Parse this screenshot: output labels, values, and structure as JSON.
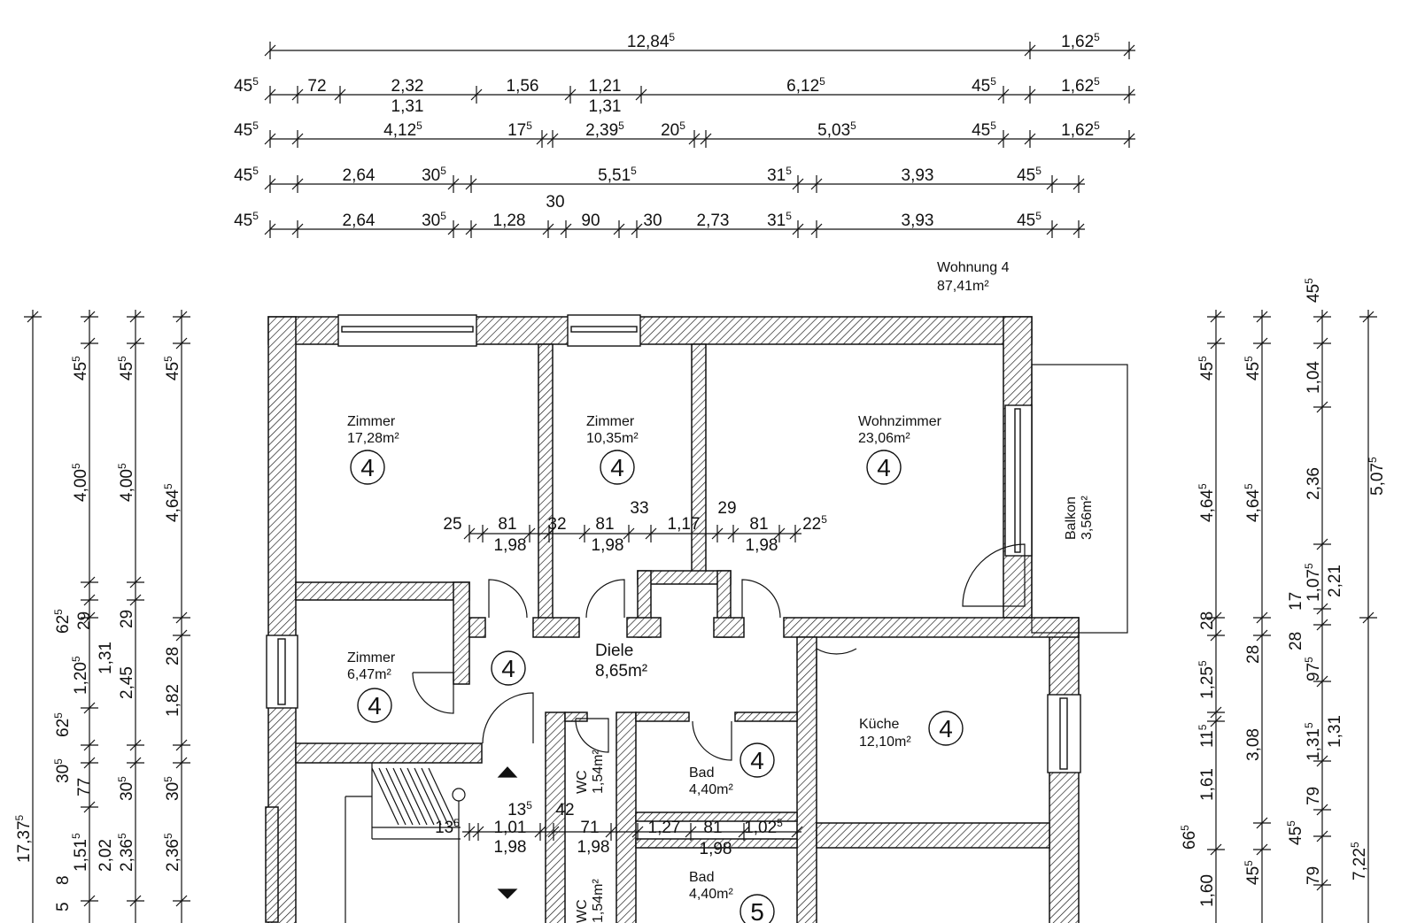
{
  "unit": {
    "name": "Wohnung 4",
    "area": "87,41m²"
  },
  "rooms": {
    "zimmer1": {
      "name": "Zimmer",
      "area": "17,28m²",
      "tag": "4"
    },
    "zimmer2": {
      "name": "Zimmer",
      "area": "10,35m²",
      "tag": "4"
    },
    "wohnzimmer": {
      "name": "Wohnzimmer",
      "area": "23,06m²",
      "tag": "4"
    },
    "balkon": {
      "name": "Balkon",
      "area": "3,56m²"
    },
    "zimmer3": {
      "name": "Zimmer",
      "area": "6,47m²",
      "tag": "4"
    },
    "diele": {
      "name": "Diele",
      "area": "8,65m²",
      "tag": "4"
    },
    "kueche": {
      "name": "Küche",
      "area": "12,10m²",
      "tag": "4"
    },
    "wc1": {
      "name": "WC",
      "area": "1,54m²"
    },
    "bad1": {
      "name": "Bad",
      "area": "4,40m²",
      "tag": "4"
    },
    "wc2": {
      "name": "WC",
      "area": "1,54m²"
    },
    "bad2": {
      "name": "Bad",
      "area": "4,40m²",
      "tag": "5"
    }
  },
  "dims_top": {
    "r1": [
      {
        "m": "12,84",
        "s": "5"
      },
      {
        "m": "1,62",
        "s": "5"
      }
    ],
    "r2": [
      {
        "m": "45",
        "s": "5"
      },
      {
        "m": "72",
        "s": ""
      },
      {
        "m": "2,32",
        "s": ""
      },
      {
        "m": "1,31",
        "s": ""
      },
      {
        "m": "1,56",
        "s": ""
      },
      {
        "m": "1,21",
        "s": ""
      },
      {
        "m": "1,31",
        "s": ""
      },
      {
        "m": "6,12",
        "s": "5"
      },
      {
        "m": "45",
        "s": "5"
      },
      {
        "m": "1,62",
        "s": "5"
      }
    ],
    "r3": [
      {
        "m": "45",
        "s": "5"
      },
      {
        "m": "4,12",
        "s": "5"
      },
      {
        "m": "17",
        "s": "5"
      },
      {
        "m": "2,39",
        "s": "5"
      },
      {
        "m": "20",
        "s": "5"
      },
      {
        "m": "5,03",
        "s": "5"
      },
      {
        "m": "45",
        "s": "5"
      },
      {
        "m": "1,62",
        "s": "5"
      }
    ],
    "r4": [
      {
        "m": "45",
        "s": "5"
      },
      {
        "m": "2,64",
        "s": ""
      },
      {
        "m": "30",
        "s": "5"
      },
      {
        "m": "5,51",
        "s": "5"
      },
      {
        "m": "31",
        "s": "5"
      },
      {
        "m": "3,93",
        "s": ""
      },
      {
        "m": "45",
        "s": "5"
      }
    ],
    "r5": [
      {
        "m": "45",
        "s": "5"
      },
      {
        "m": "2,64",
        "s": ""
      },
      {
        "m": "30",
        "s": "5"
      },
      {
        "m": "1,28",
        "s": ""
      },
      {
        "m": "30",
        "s": ""
      },
      {
        "m": "90",
        "s": ""
      },
      {
        "m": "30",
        "s": ""
      },
      {
        "m": "2,73",
        "s": ""
      },
      {
        "m": "31",
        "s": "5"
      },
      {
        "m": "3,93",
        "s": ""
      },
      {
        "m": "45",
        "s": "5"
      }
    ]
  },
  "dims_inner": {
    "upper": [
      {
        "m": "25",
        "s": ""
      },
      {
        "m": "81",
        "s": ""
      },
      {
        "m": "1,98",
        "s": ""
      },
      {
        "m": "32",
        "s": ""
      },
      {
        "m": "81",
        "s": ""
      },
      {
        "m": "1,98",
        "s": ""
      },
      {
        "m": "33",
        "s": ""
      },
      {
        "m": "1,17",
        "s": ""
      },
      {
        "m": "29",
        "s": ""
      },
      {
        "m": "81",
        "s": ""
      },
      {
        "m": "1,98",
        "s": ""
      },
      {
        "m": "22",
        "s": "5"
      }
    ],
    "lower": [
      {
        "m": "13",
        "s": "5"
      },
      {
        "m": "13",
        "s": "5"
      },
      {
        "m": "1,01",
        "s": ""
      },
      {
        "m": "1,98",
        "s": ""
      },
      {
        "m": "42",
        "s": ""
      },
      {
        "m": "71",
        "s": ""
      },
      {
        "m": "1,98",
        "s": ""
      },
      {
        "m": "1,27",
        "s": ""
      },
      {
        "m": "81",
        "s": ""
      },
      {
        "m": "1,02",
        "s": "5"
      },
      {
        "m": "1,98",
        "s": ""
      }
    ]
  },
  "dims_left": {
    "c1": [
      {
        "m": "17,37",
        "s": "5"
      }
    ],
    "c2": [
      {
        "m": "45",
        "s": "5"
      },
      {
        "m": "4,00",
        "s": "5"
      },
      {
        "m": "62",
        "s": "5"
      },
      {
        "m": "1,20",
        "s": "5"
      },
      {
        "m": "62",
        "s": "5"
      },
      {
        "m": "30",
        "s": "5"
      },
      {
        "m": "1,51",
        "s": "5"
      },
      {
        "m": "8",
        "s": ""
      },
      {
        "m": "5",
        "s": ""
      }
    ],
    "c3": [
      {
        "m": "29",
        "s": ""
      },
      {
        "m": "1,31",
        "s": ""
      },
      {
        "m": "77",
        "s": ""
      },
      {
        "m": "2,02",
        "s": ""
      }
    ],
    "c4": [
      {
        "m": "45",
        "s": "5"
      },
      {
        "m": "4,00",
        "s": "5"
      },
      {
        "m": "29",
        "s": ""
      },
      {
        "m": "2,45",
        "s": ""
      },
      {
        "m": "30",
        "s": "5"
      },
      {
        "m": "2,36",
        "s": "5"
      }
    ],
    "c5": [
      {
        "m": "45",
        "s": "5"
      },
      {
        "m": "4,64",
        "s": "5"
      },
      {
        "m": "28",
        "s": ""
      },
      {
        "m": "1,82",
        "s": ""
      },
      {
        "m": "30",
        "s": "5"
      },
      {
        "m": "2,36",
        "s": "5"
      }
    ]
  },
  "dims_right": {
    "c1": [
      {
        "m": "45",
        "s": "5"
      },
      {
        "m": "4,64",
        "s": "5"
      },
      {
        "m": "28",
        "s": ""
      },
      {
        "m": "1,25",
        "s": "5"
      },
      {
        "m": "1,61",
        "s": ""
      },
      {
        "m": "11",
        "s": "5"
      },
      {
        "m": "66",
        "s": "5"
      },
      {
        "m": "1,60",
        "s": ""
      }
    ],
    "c2": [
      {
        "m": "45",
        "s": "5"
      },
      {
        "m": "4,64",
        "s": "5"
      },
      {
        "m": "28",
        "s": ""
      },
      {
        "m": "3,08",
        "s": ""
      },
      {
        "m": "45",
        "s": "5"
      }
    ],
    "c3": [
      {
        "m": "45",
        "s": "5"
      },
      {
        "m": "1,04",
        "s": ""
      },
      {
        "m": "2,36",
        "s": ""
      },
      {
        "m": "17",
        "s": ""
      },
      {
        "m": "1,07",
        "s": "5"
      },
      {
        "m": "28",
        "s": ""
      },
      {
        "m": "97",
        "s": "5"
      },
      {
        "m": "1,31",
        "s": "5"
      },
      {
        "m": "79",
        "s": ""
      },
      {
        "m": "45",
        "s": "5"
      },
      {
        "m": "79",
        "s": ""
      }
    ],
    "c4": [
      {
        "m": "2,21",
        "s": ""
      },
      {
        "m": "1,31",
        "s": ""
      },
      {
        "m": "5,07",
        "s": "5"
      },
      {
        "m": "7,22",
        "s": "5"
      }
    ]
  },
  "colors": {
    "line": "#111111",
    "wall_fill": "#ffffff",
    "hatch": "#111111"
  }
}
